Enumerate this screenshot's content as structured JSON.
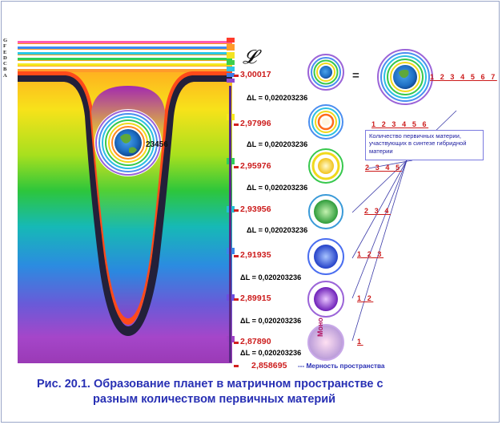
{
  "levels_letters": [
    "G",
    "F",
    "E",
    "D",
    "C",
    "B",
    "A"
  ],
  "symbol_L": "𝓛",
  "scale": {
    "values": [
      "3,00017",
      "2,97996",
      "2,95976",
      "2,93956",
      "2,91935",
      "2,89915",
      "2,87890",
      "2,858695"
    ],
    "delta_label": "ΔL",
    "delta_value": "= 0,020203236"
  },
  "equals_sign": "=",
  "layer_labels": [
    "1 2 3 4 5 6 7",
    "1 2 3 4 5 6",
    "2 3 4 5",
    "2 3 4",
    "1 2 3",
    "1 2",
    "1"
  ],
  "mono_label": "Моно",
  "central_planet_label": "23456",
  "info_box_text": "Количество первичных материи, участвующих в синтезе гибридной материи",
  "legend_text": "--- Мерность пространства",
  "caption": {
    "fig_no": "Рис. 20.1.",
    "line1": "Образование планет в матричном пространстве с",
    "line2": "разным количеством  первичных материй"
  }
}
